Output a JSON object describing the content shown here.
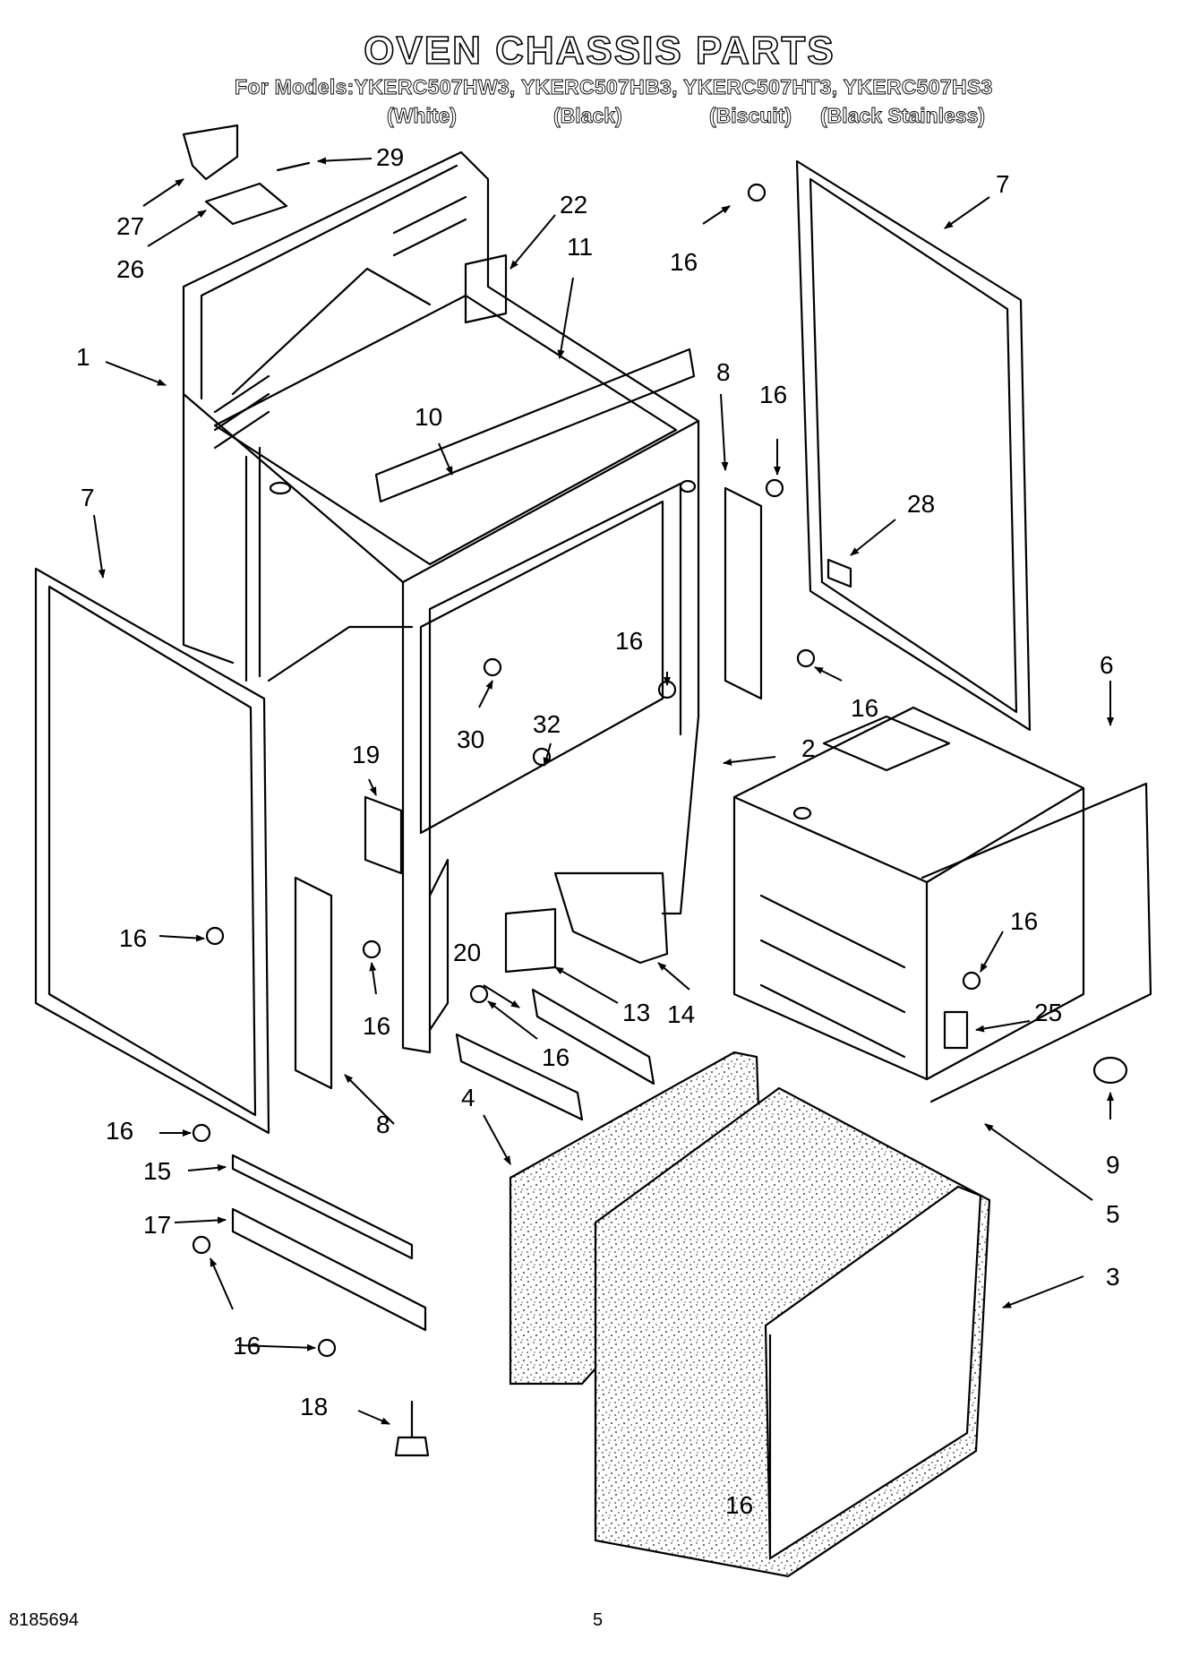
{
  "header": {
    "title": "OVEN CHASSIS PARTS",
    "models_line": "For Models:YKERC507HW3, YKERC507HB3, YKERC507HT3, YKERC507HS3",
    "colors": [
      "(White)",
      "(Black)",
      "(Biscuit)",
      "(Black Stainless)"
    ]
  },
  "callouts": [
    {
      "id": "c1",
      "label": "1"
    },
    {
      "id": "c2",
      "label": "2"
    },
    {
      "id": "c3",
      "label": "3"
    },
    {
      "id": "c4",
      "label": "4"
    },
    {
      "id": "c5",
      "label": "5"
    },
    {
      "id": "c6",
      "label": "6"
    },
    {
      "id": "c7a",
      "label": "7"
    },
    {
      "id": "c7b",
      "label": "7"
    },
    {
      "id": "c8a",
      "label": "8"
    },
    {
      "id": "c8b",
      "label": "8"
    },
    {
      "id": "c9",
      "label": "9"
    },
    {
      "id": "c10",
      "label": "10"
    },
    {
      "id": "c11",
      "label": "11"
    },
    {
      "id": "c13",
      "label": "13"
    },
    {
      "id": "c14",
      "label": "14"
    },
    {
      "id": "c15",
      "label": "15"
    },
    {
      "id": "c16a",
      "label": "16"
    },
    {
      "id": "c16b",
      "label": "16"
    },
    {
      "id": "c16c",
      "label": "16"
    },
    {
      "id": "c16d",
      "label": "16"
    },
    {
      "id": "c16e",
      "label": "16"
    },
    {
      "id": "c16f",
      "label": "16"
    },
    {
      "id": "c16g",
      "label": "16"
    },
    {
      "id": "c16h",
      "label": "16"
    },
    {
      "id": "c16i",
      "label": "16"
    },
    {
      "id": "c16j",
      "label": "16"
    },
    {
      "id": "c16k",
      "label": "16"
    },
    {
      "id": "c17",
      "label": "17"
    },
    {
      "id": "c18",
      "label": "18"
    },
    {
      "id": "c19",
      "label": "19"
    },
    {
      "id": "c20",
      "label": "20"
    },
    {
      "id": "c22",
      "label": "22"
    },
    {
      "id": "c25",
      "label": "25"
    },
    {
      "id": "c26",
      "label": "26"
    },
    {
      "id": "c27",
      "label": "27"
    },
    {
      "id": "c28",
      "label": "28"
    },
    {
      "id": "c29",
      "label": "29"
    },
    {
      "id": "c30",
      "label": "30"
    },
    {
      "id": "c32",
      "label": "32"
    }
  ],
  "footer": {
    "doc_number": "8185694",
    "page_number": "5"
  }
}
